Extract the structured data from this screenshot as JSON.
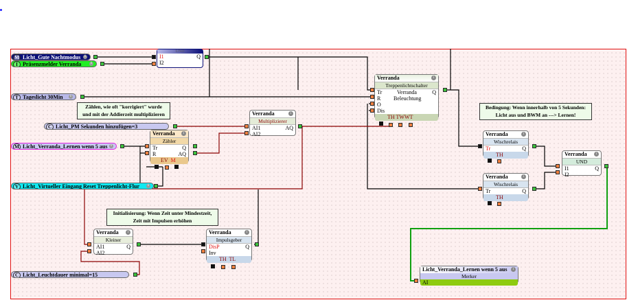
{
  "colors": {
    "canvas_border": "#e01010",
    "canvas_bg": "#fdf0f0",
    "wire_digital": "#000000",
    "wire_analog": "#8b0000",
    "wire_active": "#10a010",
    "pin_input": "#f08040",
    "pin_output": "#3cc33c"
  },
  "variables": [
    {
      "tag": "M",
      "label": "Licht_Gute Nachtmodus",
      "color": "#0c1078",
      "text_color": "#ffffff"
    },
    {
      "tag": "I",
      "label": "Präsenzmelder Verranda",
      "color": "#22ee22",
      "text_color": "#000000"
    },
    {
      "tag": "T",
      "label": "Tageslicht 30Min",
      "color": "#b8b8e8",
      "text_color": "#000000"
    },
    {
      "tag": "C",
      "label": "Licht_PM Sekunden hinzufügen=3",
      "color": "#c8c8f0",
      "text_color": "#000000"
    },
    {
      "tag": "M",
      "label": "Licht_Verranda_Lernen wenn 5 aus",
      "color": "#c8c8f0",
      "text_color": "#000000"
    },
    {
      "tag": "V",
      "label": "Licht_Virtueller Eingang Reset Treppenlicht-Flur",
      "color": "#10e8f0",
      "text_color": "#000000"
    },
    {
      "tag": "C",
      "label": "Licht_Leuchtdauer minimal=15",
      "color": "#c8c8f0",
      "text_color": "#000000"
    }
  ],
  "blocks": {
    "und_top": {
      "title": "",
      "subtitle": "UND",
      "inputs": [
        "I1",
        "I2"
      ],
      "output": "Q"
    },
    "treppenlicht": {
      "title": "Verranda",
      "subtitle": "Treppenlichtschalter",
      "inputs": [
        "Tr",
        "R",
        "O",
        "Dis"
      ],
      "output": "Q",
      "body": [
        "Verranda",
        "Beleuchtung"
      ],
      "params": "TH TWWT"
    },
    "multiplizierer": {
      "title": "Verranda",
      "subtitle": "Multiplizierer",
      "inputs": [
        "AI1",
        "AI2"
      ],
      "output": "AQ"
    },
    "zaehler": {
      "title": "Verranda",
      "subtitle": "Zähler",
      "inputs": [
        "Tr",
        "R"
      ],
      "outputs": [
        "Q",
        "AQ"
      ],
      "params_ev": "EV",
      "params_m": "M"
    },
    "wischrelais1": {
      "title": "Verranda",
      "subtitle": "Wischrelais",
      "inputs": [
        "Tr"
      ],
      "output": "Q",
      "params": "TH"
    },
    "wischrelais2": {
      "title": "Verranda",
      "subtitle": "Wischrelais",
      "inputs": [
        "Tr"
      ],
      "output": "Q",
      "params": "TH"
    },
    "und_right": {
      "title": "Verranda",
      "subtitle": "UND",
      "inputs": [
        "I1",
        "I2"
      ],
      "output": "Q"
    },
    "kleiner": {
      "title": "Verranda",
      "subtitle": "Kleiner",
      "inputs": [
        "AI1",
        "AI2"
      ],
      "output": "Q"
    },
    "impulsgeber": {
      "title": "Verranda",
      "subtitle": "Impulsgeber",
      "inputs": [
        "DisP",
        "Inv"
      ],
      "output": "Q",
      "params": "TH  TL"
    },
    "merker": {
      "title": "Licht_Verranda_Lernen wenn 5 aus",
      "subtitle": "Merker",
      "input": "AI"
    }
  },
  "notes": {
    "zaehlen": [
      "Zählen, wie oft \"korrigiert\" wurde",
      "und mit der Addierzeit multiplizieren"
    ],
    "bedingung": [
      "Bedingung: Wenn innerhalb von 5 Sekunden:",
      "Licht aus und BWM an ---> Lernen!"
    ],
    "init": [
      "Initialisierung: Wenn Zeit unter Mindestzeit,",
      "Zeit mit Impulsen erhöhen"
    ]
  }
}
